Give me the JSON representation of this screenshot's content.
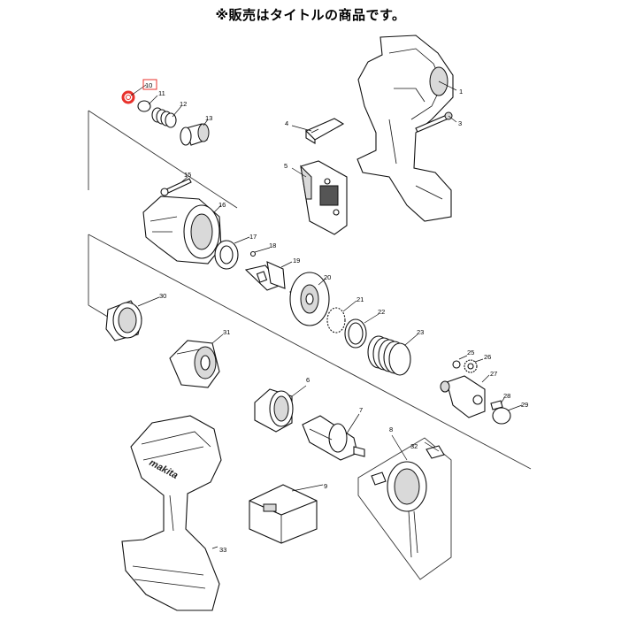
{
  "header": {
    "note": "※販売はタイトルの商品です。"
  },
  "highlight_color": "#e8312b",
  "logo_text": "makita",
  "parts": [
    {
      "no": "1"
    },
    {
      "no": "3"
    },
    {
      "no": "4"
    },
    {
      "no": "5"
    },
    {
      "no": "6"
    },
    {
      "no": "7"
    },
    {
      "no": "8"
    },
    {
      "no": "9"
    },
    {
      "no": "10",
      "highlighted": true
    },
    {
      "no": "11"
    },
    {
      "no": "12"
    },
    {
      "no": "13"
    },
    {
      "no": "15"
    },
    {
      "no": "16"
    },
    {
      "no": "17"
    },
    {
      "no": "18"
    },
    {
      "no": "19"
    },
    {
      "no": "20"
    },
    {
      "no": "21"
    },
    {
      "no": "22"
    },
    {
      "no": "23"
    },
    {
      "no": "25"
    },
    {
      "no": "26"
    },
    {
      "no": "27"
    },
    {
      "no": "28"
    },
    {
      "no": "29"
    },
    {
      "no": "30"
    },
    {
      "no": "31"
    },
    {
      "no": "32"
    },
    {
      "no": "33"
    }
  ]
}
